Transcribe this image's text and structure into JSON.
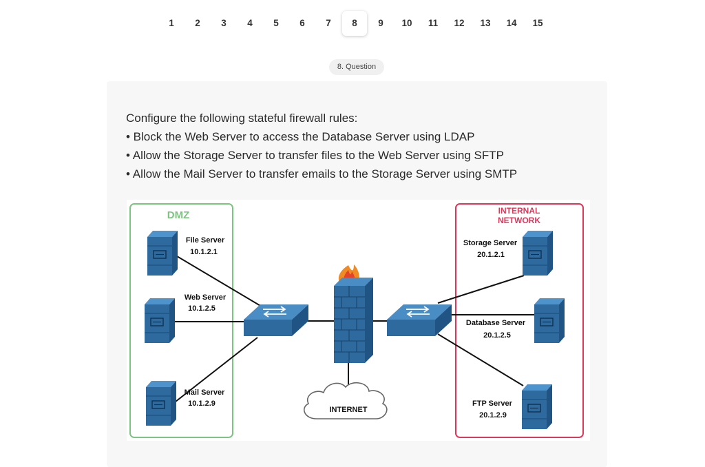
{
  "pagination": {
    "pages": [
      "1",
      "2",
      "3",
      "4",
      "5",
      "6",
      "7",
      "8",
      "9",
      "10",
      "11",
      "12",
      "13",
      "14",
      "15"
    ],
    "active": "8"
  },
  "question_badge": "8. Question",
  "question": {
    "intro": "Configure the following stateful firewall rules:",
    "rules": [
      "• Block the Web Server to access the Database Server using LDAP",
      "• Allow the Storage Server to transfer files to the Web Server using SFTP",
      "• Allow the Mail Server to transfer emails to the Storage Server using SMTP"
    ]
  },
  "diagram": {
    "dmz_label": "DMZ",
    "internal_label_line1": "INTERNAL",
    "internal_label_line2": "NETWORK",
    "internet_label": "INTERNET",
    "dmz_servers": [
      {
        "name": "File Server",
        "ip": "10.1.2.1"
      },
      {
        "name": "Web Server",
        "ip": "10.1.2.5"
      },
      {
        "name": "Mail Server",
        "ip": "10.1.2.9"
      }
    ],
    "internal_servers": [
      {
        "name": "Storage Server",
        "ip": "20.1.2.1"
      },
      {
        "name": "Database Server",
        "ip": "20.1.2.5"
      },
      {
        "name": "FTP Server",
        "ip": "20.1.2.9"
      }
    ],
    "colors": {
      "dmz_border": "#7cc47f",
      "internal_border": "#d9395b",
      "device_blue": "#2f6a9e",
      "device_light": "#4a8cc4"
    }
  }
}
